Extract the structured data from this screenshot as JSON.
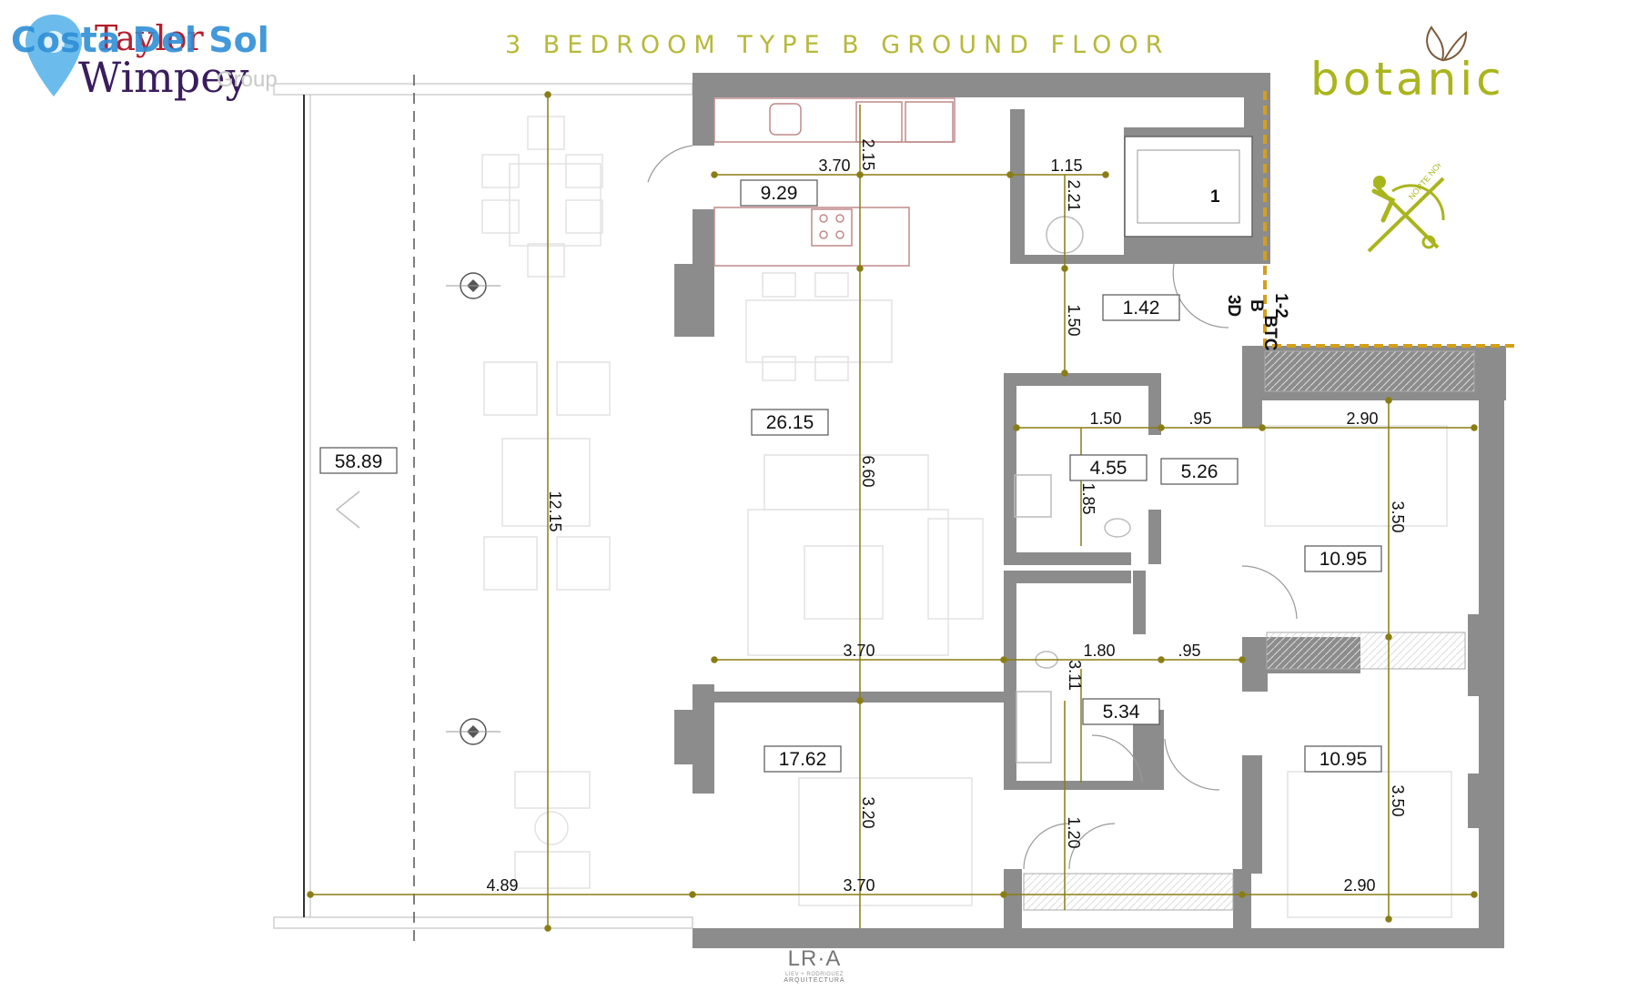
{
  "title": "3 BEDROOM TYPE B GROUND FLOOR",
  "brand": "botanic",
  "north_label": "NORTE NORTH",
  "architect": {
    "logo": "LR·A",
    "line1": "LIEV + RODRIGUEZ",
    "line2": "ARQUITECTURA"
  },
  "watermark": {
    "costa": "Costa Del Sol",
    "taylor": "Taylor",
    "wimpey": "Wimpey",
    "group": "Group"
  },
  "areas": {
    "terrace": "58.89",
    "kitchen": "9.29",
    "living": "26.15",
    "hall": "1.42",
    "bath1_a": "4.55",
    "bath1_b": "5.26",
    "bath2": "5.34",
    "bedroom_top": "10.95",
    "bedroom_mid": "10.95",
    "bedroom_main": "17.62"
  },
  "dimensions": {
    "kitchen_w": "3.70",
    "kitchen_d": "2.15",
    "utility_w": "1.15",
    "utility_d": "2.21",
    "hall_d": "1.50",
    "living_d": "6.60",
    "terrace_d": "12.15",
    "bath1_w": "1.50",
    "corridor1_w": ".95",
    "bed_top_w": "2.90",
    "bath1_d": "1.85",
    "bed_top_d": "3.50",
    "living_w": "3.70",
    "bath2_w": "1.80",
    "corridor2_w": ".95",
    "bath2_d": "3.11",
    "bed_main_d": "3.20",
    "hall2_d": "1.20",
    "bed_low_d": "3.50",
    "terrace_w": "4.89",
    "bed_main_w": "3.70",
    "bed_low_w": "2.90"
  },
  "markers": {
    "stair": "1",
    "unit": "1-2",
    "type": "B",
    "floors": "3D",
    "btc": "BTC"
  },
  "colors": {
    "title": "#b6b93a",
    "brand": "#a9b51c",
    "wall": "#8c8c8c",
    "dimension_line": "#8a7d14",
    "boundary": "#d4a017"
  }
}
